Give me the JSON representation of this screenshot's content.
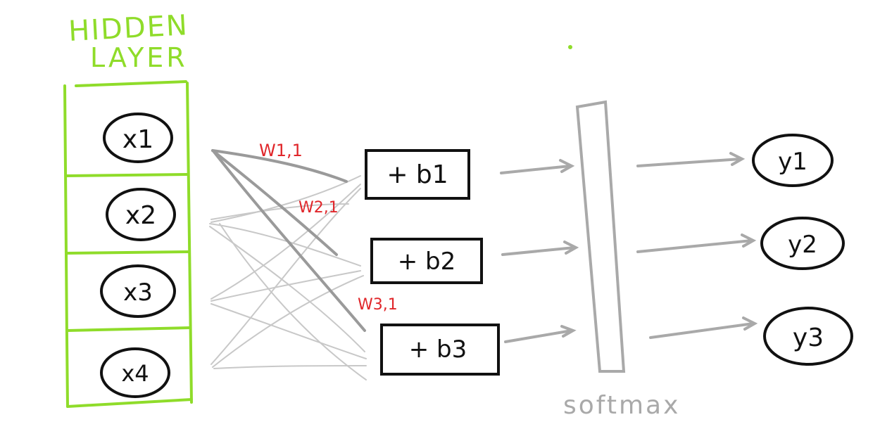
{
  "hidden_layer": {
    "title_line1": "HIDDEN",
    "title_line2": "LAYER",
    "inputs": [
      "x1",
      "x2",
      "x3",
      "x4"
    ]
  },
  "bias_nodes": [
    "+ b1",
    "+ b2",
    "+ b3"
  ],
  "weight_labels": [
    "W1,1",
    "W2,1",
    "W3,1"
  ],
  "softmax_label": "softmax",
  "outputs": [
    "y1",
    "y2",
    "y3"
  ],
  "colors": {
    "layer_outline": "#8fdc2a",
    "ink": "#111111",
    "connection": "#c8c8c8",
    "connection_highlight": "#9a9a9a",
    "weight_label": "#e0262a",
    "softmax_text": "#a9a9a9"
  }
}
